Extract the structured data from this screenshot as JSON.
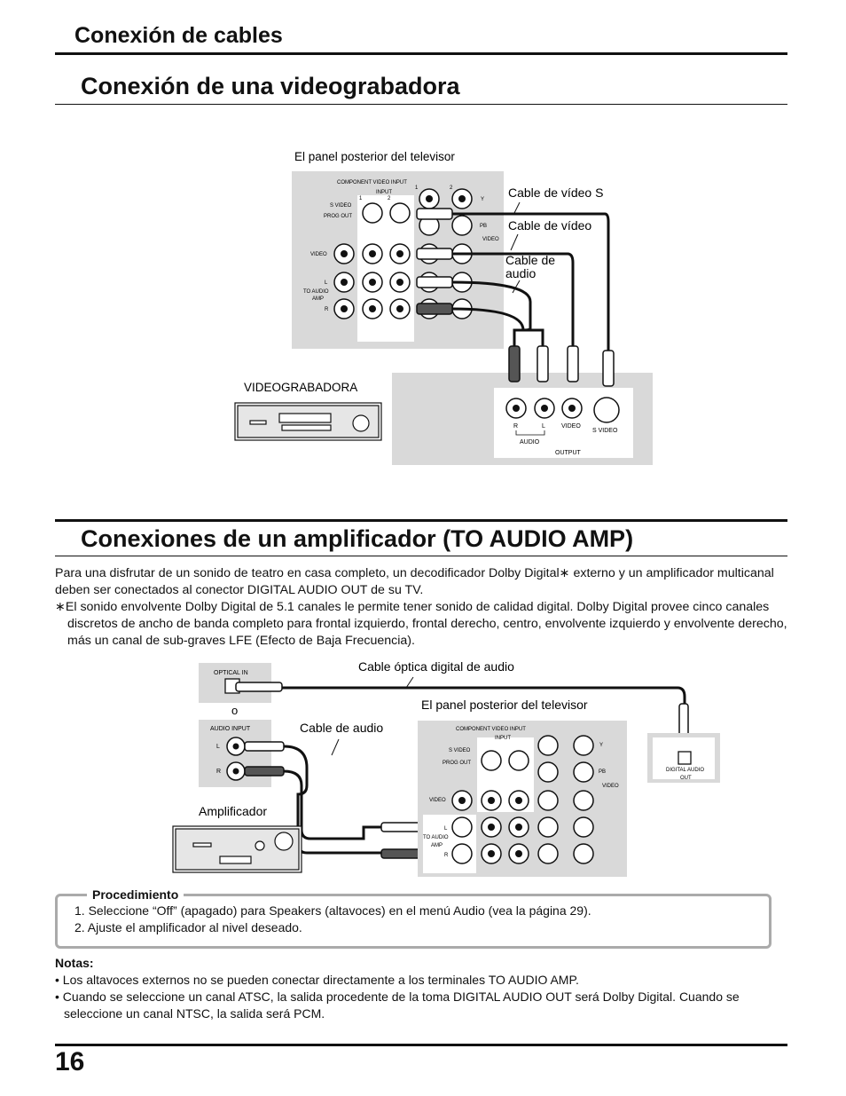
{
  "header": {
    "section_title": "Conexión de cables",
    "page_number": "16"
  },
  "vcr_section": {
    "title": "Conexión de una videograbadora",
    "labels": {
      "tv_panel": "El panel posterior del televisor",
      "svideo_cable": "Cable de vídeo S",
      "video_cable": "Cable de vídeo",
      "audio_cable_line1": "Cable de",
      "audio_cable_line2": "audio",
      "vcr": "VIDEOGRABADORA"
    },
    "tv_panel": {
      "component_video_input": "COMPONENT VIDEO INPUT",
      "input": "INPUT",
      "n1": "1",
      "n2": "2",
      "s_video": "S VIDEO",
      "prog_out": "PROG OUT",
      "video": "VIDEO",
      "l": "L",
      "to_audio": "TO AUDIO",
      "amp": "AMP",
      "r": "R",
      "y": "Y",
      "pb": "PB",
      "pr_video": "VIDEO"
    },
    "vcr_output": {
      "r": "R",
      "l": "L",
      "video": "VIDEO",
      "s_video": "S VIDEO",
      "audio": "AUDIO",
      "output": "OUTPUT"
    }
  },
  "amp_section": {
    "title": "Conexiones de un amplificador (TO AUDIO AMP)",
    "para1": "Para una disfrutar de un sonido de teatro en casa completo, un decodificador Dolby Digital∗ externo y un amplificador multicanal deben ser conectados al conector DIGITAL AUDIO OUT de su TV.",
    "para2": "∗El sonido envolvente Dolby Digital de 5.1 canales le permite tener sonido de calidad digital. Dolby Digital provee cinco canales discretos de ancho de banda completo para frontal izquierdo, frontal derecho, centro, envolvente izquierdo y envolvente derecho, más un canal de sub-graves LFE (Efecto de Baja Frecuencia).",
    "labels": {
      "optical_cable": "Cable óptica digital de audio",
      "tv_panel": "El panel posterior del televisor",
      "audio_cable": "Cable de audio",
      "or": "o",
      "amplifier": "Amplificador",
      "optical_in": "OPTICAL IN",
      "audio_input": "AUDIO INPUT",
      "l": "L",
      "r": "R",
      "digital_audio_out_1": "DIGITAL AUDIO",
      "digital_audio_out_2": "OUT"
    }
  },
  "procedure": {
    "title": "Procedimiento",
    "steps": [
      "1. Seleccione “Off” (apagado) para Speakers (altavoces) en el menú Audio (vea la página 29).",
      "2. Ajuste el amplificador al nivel deseado."
    ]
  },
  "notes": {
    "title": "Notas:",
    "items": [
      "• Los altavoces externos no se pueden conectar directamente a los terminales TO AUDIO AMP.",
      "• Cuando se seleccione un canal ATSC, la salida procedente de la toma DIGITAL AUDIO OUT será Dolby Digital. Cuando se seleccione un canal NTSC, la salida será PCM."
    ]
  }
}
